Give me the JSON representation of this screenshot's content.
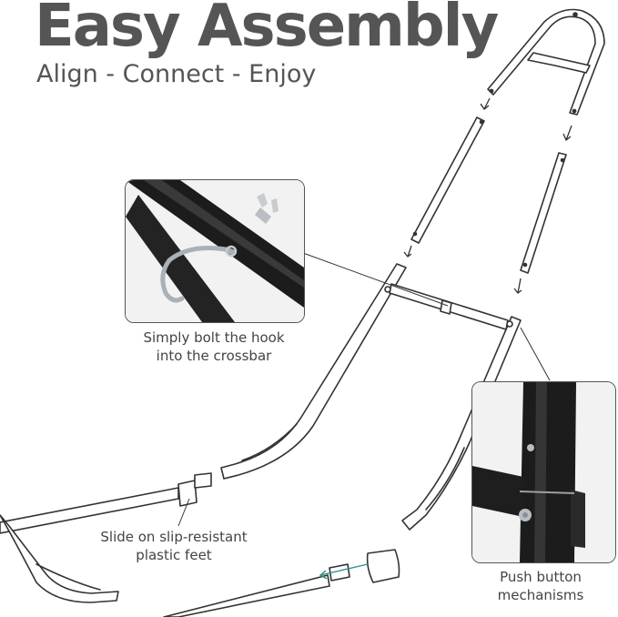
{
  "header": {
    "title": "Easy Assembly",
    "subtitle": "Align - Connect - Enjoy"
  },
  "callouts": {
    "hook": {
      "line1": "Simply bolt the hook",
      "line2": "into the crossbar"
    },
    "feet": {
      "line1": "Slide on slip-resistant",
      "line2": "plastic feet"
    },
    "push": {
      "line1": "Push button",
      "line2": "mechanisms"
    }
  },
  "colors": {
    "title_text": "#555555",
    "frame_stroke": "#333333",
    "frame_fill": "#ffffff",
    "detail_tube": "#1c1c1c",
    "hook_metal": "#a9b0b8",
    "arrow_accent": "#2f8f8a"
  }
}
